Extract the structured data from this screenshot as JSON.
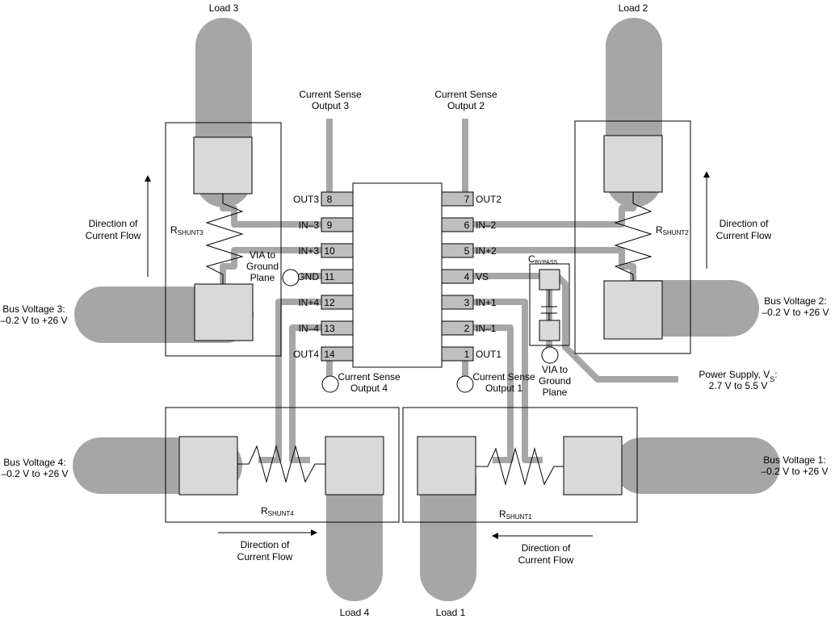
{
  "colors": {
    "trace": "#a6a6a6",
    "pad": "#d9d9d9",
    "pin": "#bfbfbf",
    "outline": "#000000",
    "background": "#ffffff"
  },
  "loads": {
    "load1": "Load 1",
    "load2": "Load 2",
    "load3": "Load 3",
    "load4": "Load 4"
  },
  "sense_outputs": {
    "out1": [
      "Current Sense",
      "Output 1"
    ],
    "out2": [
      "Current Sense",
      "Output 2"
    ],
    "out3": [
      "Current Sense",
      "Output 3"
    ],
    "out4": [
      "Current Sense",
      "Output 4"
    ]
  },
  "bus_voltages": {
    "bus1": [
      "Bus Voltage 1:",
      "–0.2 V to +26 V"
    ],
    "bus2": [
      "Bus Voltage 2:",
      "–0.2 V to +26 V"
    ],
    "bus3": [
      "Bus Voltage 3:",
      "–0.2 V to +26 V"
    ],
    "bus4": [
      "Bus Voltage 4:",
      "–0.2 V to +26 V"
    ]
  },
  "direction_label": [
    "Direction of",
    "Current Flow"
  ],
  "shunts": {
    "s1": {
      "main": "R",
      "sub": "SHUNT1"
    },
    "s2": {
      "main": "R",
      "sub": "SHUNT2"
    },
    "s3": {
      "main": "R",
      "sub": "SHUNT3"
    },
    "s4": {
      "main": "R",
      "sub": "SHUNT4"
    }
  },
  "bypass_cap": {
    "main": "C",
    "sub": "BYPASS"
  },
  "via_label": [
    "VIA to",
    "Ground",
    "Plane"
  ],
  "power_supply": {
    "line1_main": "Power Supply, V",
    "line1_sub": "S",
    "line1_end": ":",
    "line2": "2.7 V to 5.5 V"
  },
  "pins_left": [
    {
      "num": "8",
      "name": "OUT3"
    },
    {
      "num": "9",
      "name": "IN–3"
    },
    {
      "num": "10",
      "name": "IN+3"
    },
    {
      "num": "11",
      "name": "GND"
    },
    {
      "num": "12",
      "name": "IN+4"
    },
    {
      "num": "13",
      "name": "IN–4"
    },
    {
      "num": "14",
      "name": "OUT4"
    }
  ],
  "pins_right": [
    {
      "num": "7",
      "name": "OUT2"
    },
    {
      "num": "6",
      "name": "IN–2"
    },
    {
      "num": "5",
      "name": "IN+2"
    },
    {
      "num": "4",
      "name": "VS"
    },
    {
      "num": "3",
      "name": "IN+1"
    },
    {
      "num": "2",
      "name": "IN–1"
    },
    {
      "num": "1",
      "name": "OUT1"
    }
  ]
}
